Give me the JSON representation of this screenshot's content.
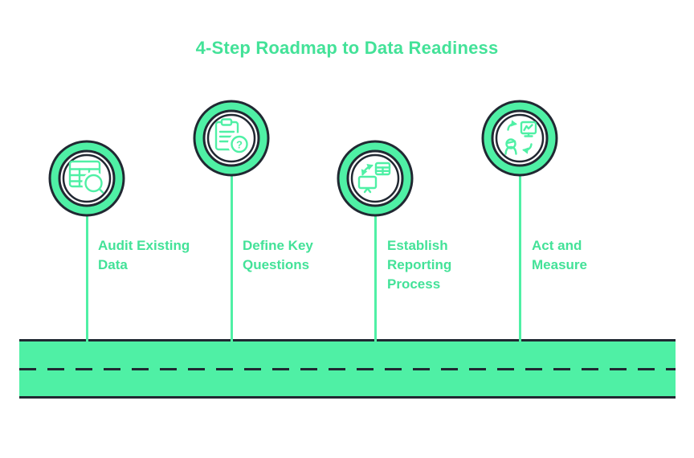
{
  "title": "4-Step Roadmap to Data Readiness",
  "colors": {
    "accent_green": "#4FF0A5",
    "text_green": "#43E298",
    "outline_dark": "#212832",
    "background": "#FFFFFF"
  },
  "steps": [
    {
      "label": "Audit Existing Data",
      "lines": [
        "Audit Existing",
        "Data"
      ],
      "icon": "table-search-icon"
    },
    {
      "label": "Define Key Questions",
      "lines": [
        "Define Key",
        "Questions"
      ],
      "icon": "clipboard-question-icon"
    },
    {
      "label": "Establish Reporting Process",
      "lines": [
        "Establish",
        "Reporting",
        "Process"
      ],
      "icon": "monitor-data-transfer-icon"
    },
    {
      "label": "Act and Measure",
      "lines": [
        "Act and",
        "Measure"
      ],
      "icon": "person-chart-cycle-icon"
    }
  ],
  "icons": {
    "question_mark": "?"
  }
}
